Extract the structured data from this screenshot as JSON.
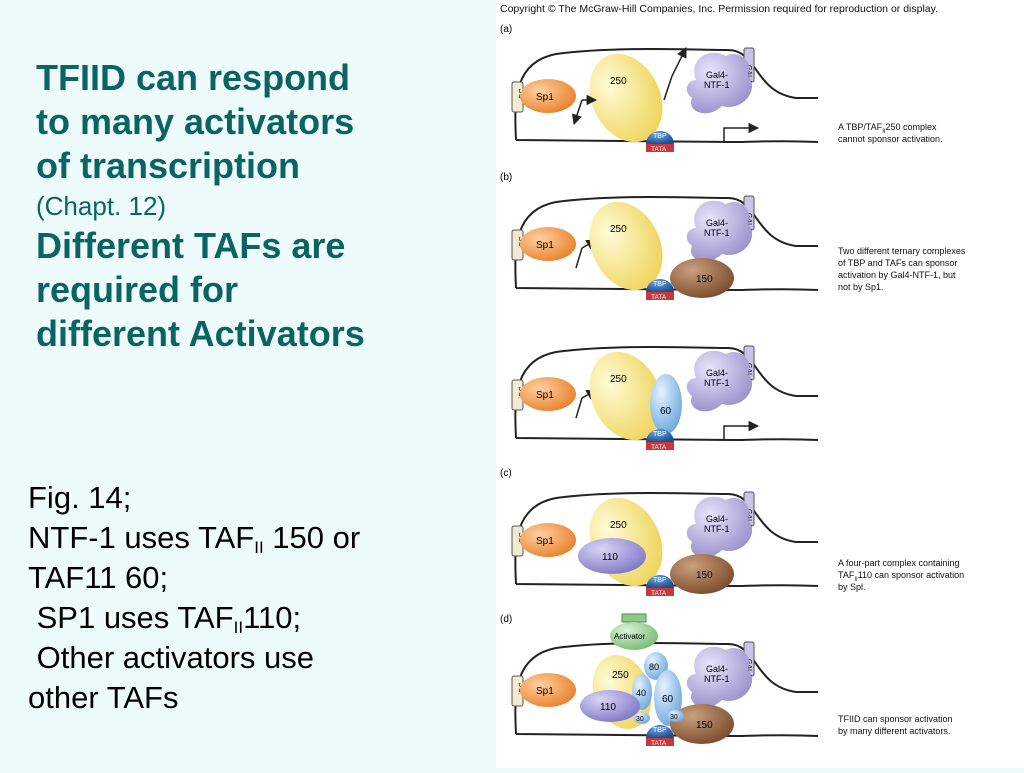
{
  "slide": {
    "title_lines": [
      "TFIID can respond",
      "to many activators",
      "of transcription"
    ],
    "chapter_ref": "(Chapt. 12)",
    "subtitle_lines": [
      "Different TAFs are",
      "required for",
      "different Activators"
    ],
    "notes": {
      "fig": "Fig. 14;",
      "ntf_pre": "NTF-1 uses TAF",
      "ntf_sub": "II",
      "ntf_post": " 150 or",
      "taf11": "TAF11 60;",
      "sp1_pre": " SP1 uses TAF",
      "sp1_sub": "II",
      "sp1_post": "110;",
      "other1": " Other activators use",
      "other2": "other TAFs"
    }
  },
  "figure": {
    "copyright": "Copyright © The McGraw-Hill Companies, Inc. Permission required for reproduction or display.",
    "panel_labels": [
      "(a)",
      "(b)",
      "(c)",
      "(d)"
    ],
    "labels": {
      "sp1": "Sp1",
      "gal4": "Gal4-",
      "ntf1": "NTF-1",
      "taf250": "250",
      "taf150": "150",
      "taf60": "60",
      "taf110": "110",
      "taf80": "80",
      "taf40": "40",
      "taf30": "30",
      "tbp": "TBP",
      "tata": "TATA",
      "gc": "GC",
      "gal4_site": "GAL4",
      "activator": "Activator"
    },
    "captions": {
      "a": [
        "A TBP/TAF",
        "II",
        "250 complex",
        "cannot sponsor activation."
      ],
      "b": [
        "Two different ternary complexes",
        "of TBP and TAFs can sponsor",
        "activation by Gal4-NTF-1, but",
        "not by Sp1."
      ],
      "c": [
        "A four-part complex containing",
        "TAF",
        "II",
        "110 can sponsor activation",
        "by Spl."
      ],
      "d": [
        "TFIID can sponsor activation",
        "by many different activators."
      ]
    },
    "colors": {
      "sp1": "#f0954a",
      "taf250": "#f6e27a",
      "gal4": "#a9a3d6",
      "tbp": "#2f6fb3",
      "tata": "#c8373b",
      "taf150": "#8a5a38",
      "taf60": "#8fc1ea",
      "taf110": "#8f88cf",
      "activator": "#8cc98a"
    }
  }
}
